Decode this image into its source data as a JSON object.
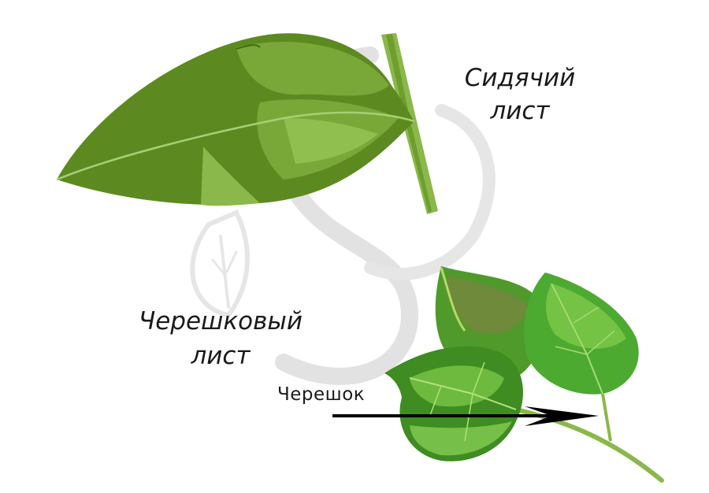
{
  "labels": {
    "sessile": [
      "Сидячий",
      "лист"
    ],
    "petiolate": [
      "Черешковый",
      "лист"
    ],
    "petiole": "Черешок"
  },
  "colors": {
    "leaf_dark": "#5c8a20",
    "leaf_mid": "#79a838",
    "leaf_light": "#9ac85a",
    "linden_dark": "#3e8c22",
    "linden_light": "#7ec94a",
    "stem": "#8ab84a",
    "arrow": "#000000",
    "watermark": "#d9d9d9"
  }
}
